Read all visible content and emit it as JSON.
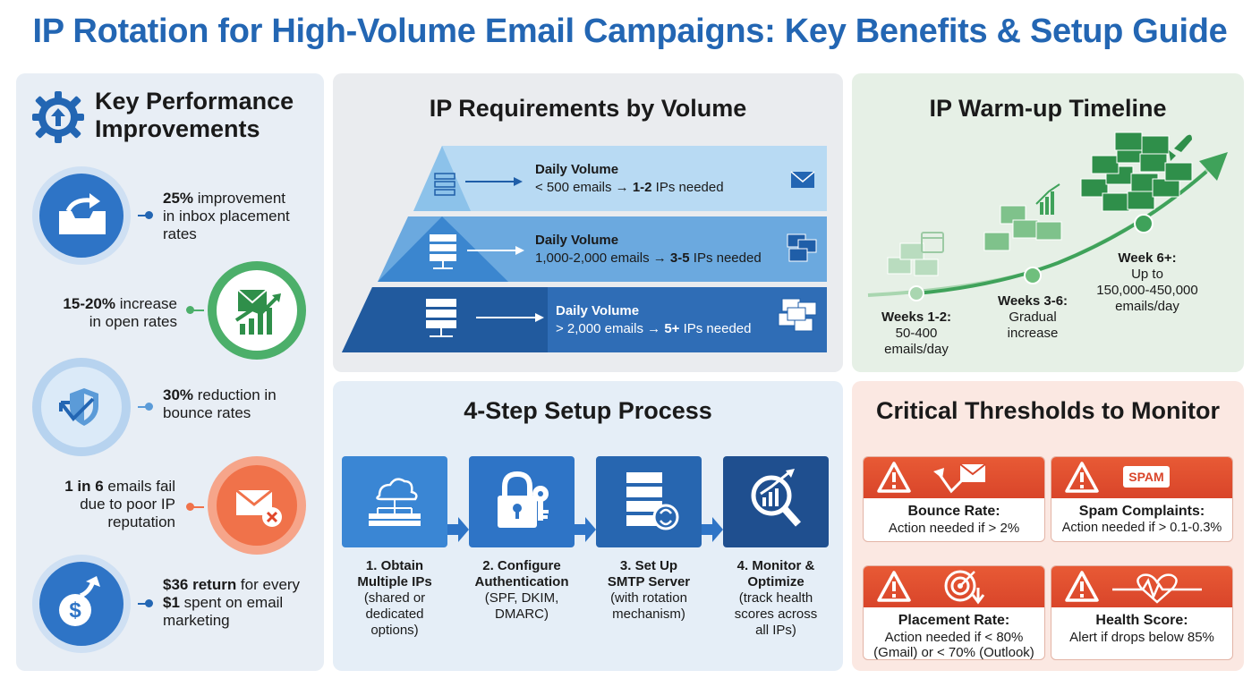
{
  "title": "IP Rotation for High-Volume Email Campaigns: Key Benefits & Setup Guide",
  "kpi": {
    "title_line1": "Key Performance",
    "title_line2": "Improvements",
    "items": [
      {
        "bold": "25%",
        "rest1": " improvement",
        "rest2": "in inbox placement",
        "rest3": "rates"
      },
      {
        "bold": "15-20%",
        "rest1": " increase",
        "rest2": "in open rates",
        "rest3": ""
      },
      {
        "bold": "30%",
        "rest1": " reduction in",
        "rest2": "bounce rates",
        "rest3": ""
      },
      {
        "bold": "1 in 6",
        "rest1": " emails fail",
        "rest2": "due to poor IP",
        "rest3": "reputation"
      },
      {
        "bold": "$36 return",
        "rest1": " for every",
        "bold2": "$1",
        "rest2": " spent on email",
        "rest3": "marketing"
      }
    ]
  },
  "requirements": {
    "title": "IP Requirements by Volume",
    "tiers": [
      {
        "label": "Daily Volume",
        "pre": "< 500 emails → ",
        "bold": "1-2",
        "post": " IPs needed"
      },
      {
        "label": "Daily Volume",
        "pre": "1,000-2,000 emails → ",
        "bold": "3-5",
        "post": " IPs needed"
      },
      {
        "label": "Daily Volume",
        "pre": "> 2,000 emails → ",
        "bold": "5+",
        "post": " IPs needed"
      }
    ]
  },
  "warmup": {
    "title": "IP Warm-up Timeline",
    "w1_head": "Weeks 1-2:",
    "w1_l1": "50-400",
    "w1_l2": "emails/day",
    "w2_head": "Weeks 3-6:",
    "w2_l1": "Gradual",
    "w2_l2": "increase",
    "w3_head": "Week 6+:",
    "w3_l1": "Up to",
    "w3_l2": "150,000-450,000",
    "w3_l3": "emails/day"
  },
  "setup": {
    "title": "4-Step Setup Process",
    "steps": [
      {
        "h1": "1. Obtain",
        "h2": "Multiple IPs",
        "d1": "(shared or",
        "d2": "dedicated",
        "d3": "options)"
      },
      {
        "h1": "2. Configure",
        "h2": "Authentication",
        "d1": "(SPF, DKIM,",
        "d2": "DMARC)",
        "d3": ""
      },
      {
        "h1": "3. Set Up",
        "h2": "SMTP Server",
        "d1": "(with rotation",
        "d2": "mechanism)",
        "d3": ""
      },
      {
        "h1": "4. Monitor &",
        "h2": "Optimize",
        "d1": "(track health",
        "d2": "scores across",
        "d3": "all IPs)"
      }
    ]
  },
  "critical": {
    "title": "Critical Thresholds to Monitor",
    "spam_badge": "SPAM",
    "cards": [
      {
        "h": "Bounce Rate:",
        "s1": "Action needed if > 2%",
        "s2": ""
      },
      {
        "h": "Spam Complaints:",
        "s1": "Action needed if > 0.1-0.3%",
        "s2": ""
      },
      {
        "h": "Placement Rate:",
        "s1": "Action needed if < 80%",
        "s2": "(Gmail) or < 70% (Outlook)"
      },
      {
        "h": "Health Score:",
        "s1": "Alert if drops below 85%",
        "s2": ""
      }
    ]
  }
}
